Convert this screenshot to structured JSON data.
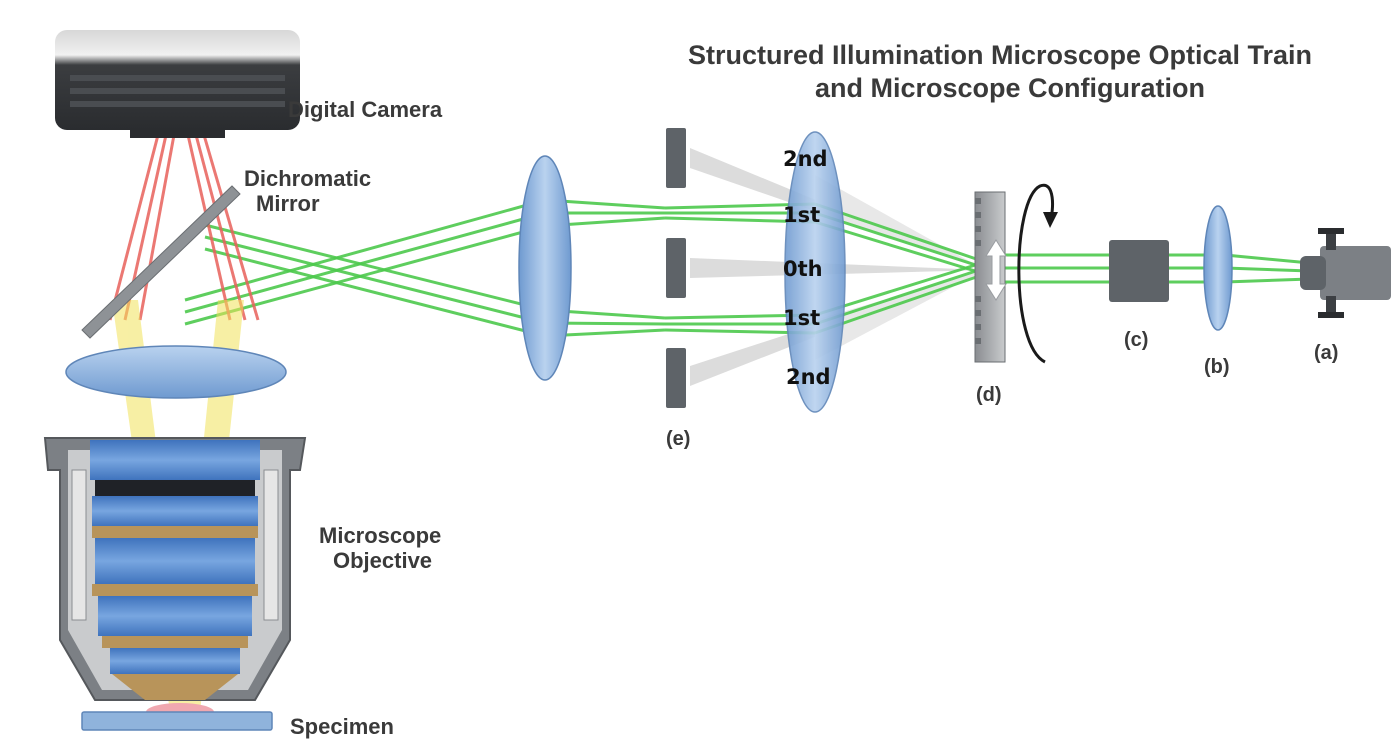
{
  "title": {
    "line1": "Structured Illumination Microscope Optical Train",
    "line2": "and Microscope Configuration"
  },
  "components": {
    "camera": "Digital Camera",
    "mirror_line1": "Dichromatic",
    "mirror_line2": "Mirror",
    "objective_line1": "Microscope",
    "objective_line2": "Objective",
    "specimen": "Specimen"
  },
  "diffraction_orders": {
    "top_2nd": "2nd",
    "top_1st": "1st",
    "zero": "0th",
    "bottom_1st": "1st",
    "bottom_2nd": "2nd"
  },
  "tags": {
    "a": "(a)",
    "b": "(b)",
    "c": "(c)",
    "d": "(d)",
    "e": "(e)"
  },
  "colors": {
    "excitation_beam": "#4cc94c",
    "emission_beam": "#e8605a",
    "objective_light": "#f2e25a",
    "blocked_orders": "#c8c8c8",
    "lens_fill": "#8fb3dc",
    "lens_stroke": "#5f86b8",
    "hardware_gray": "#5e6368",
    "objective_gold": "#b8945a",
    "objective_blue": "#4f86cf"
  }
}
